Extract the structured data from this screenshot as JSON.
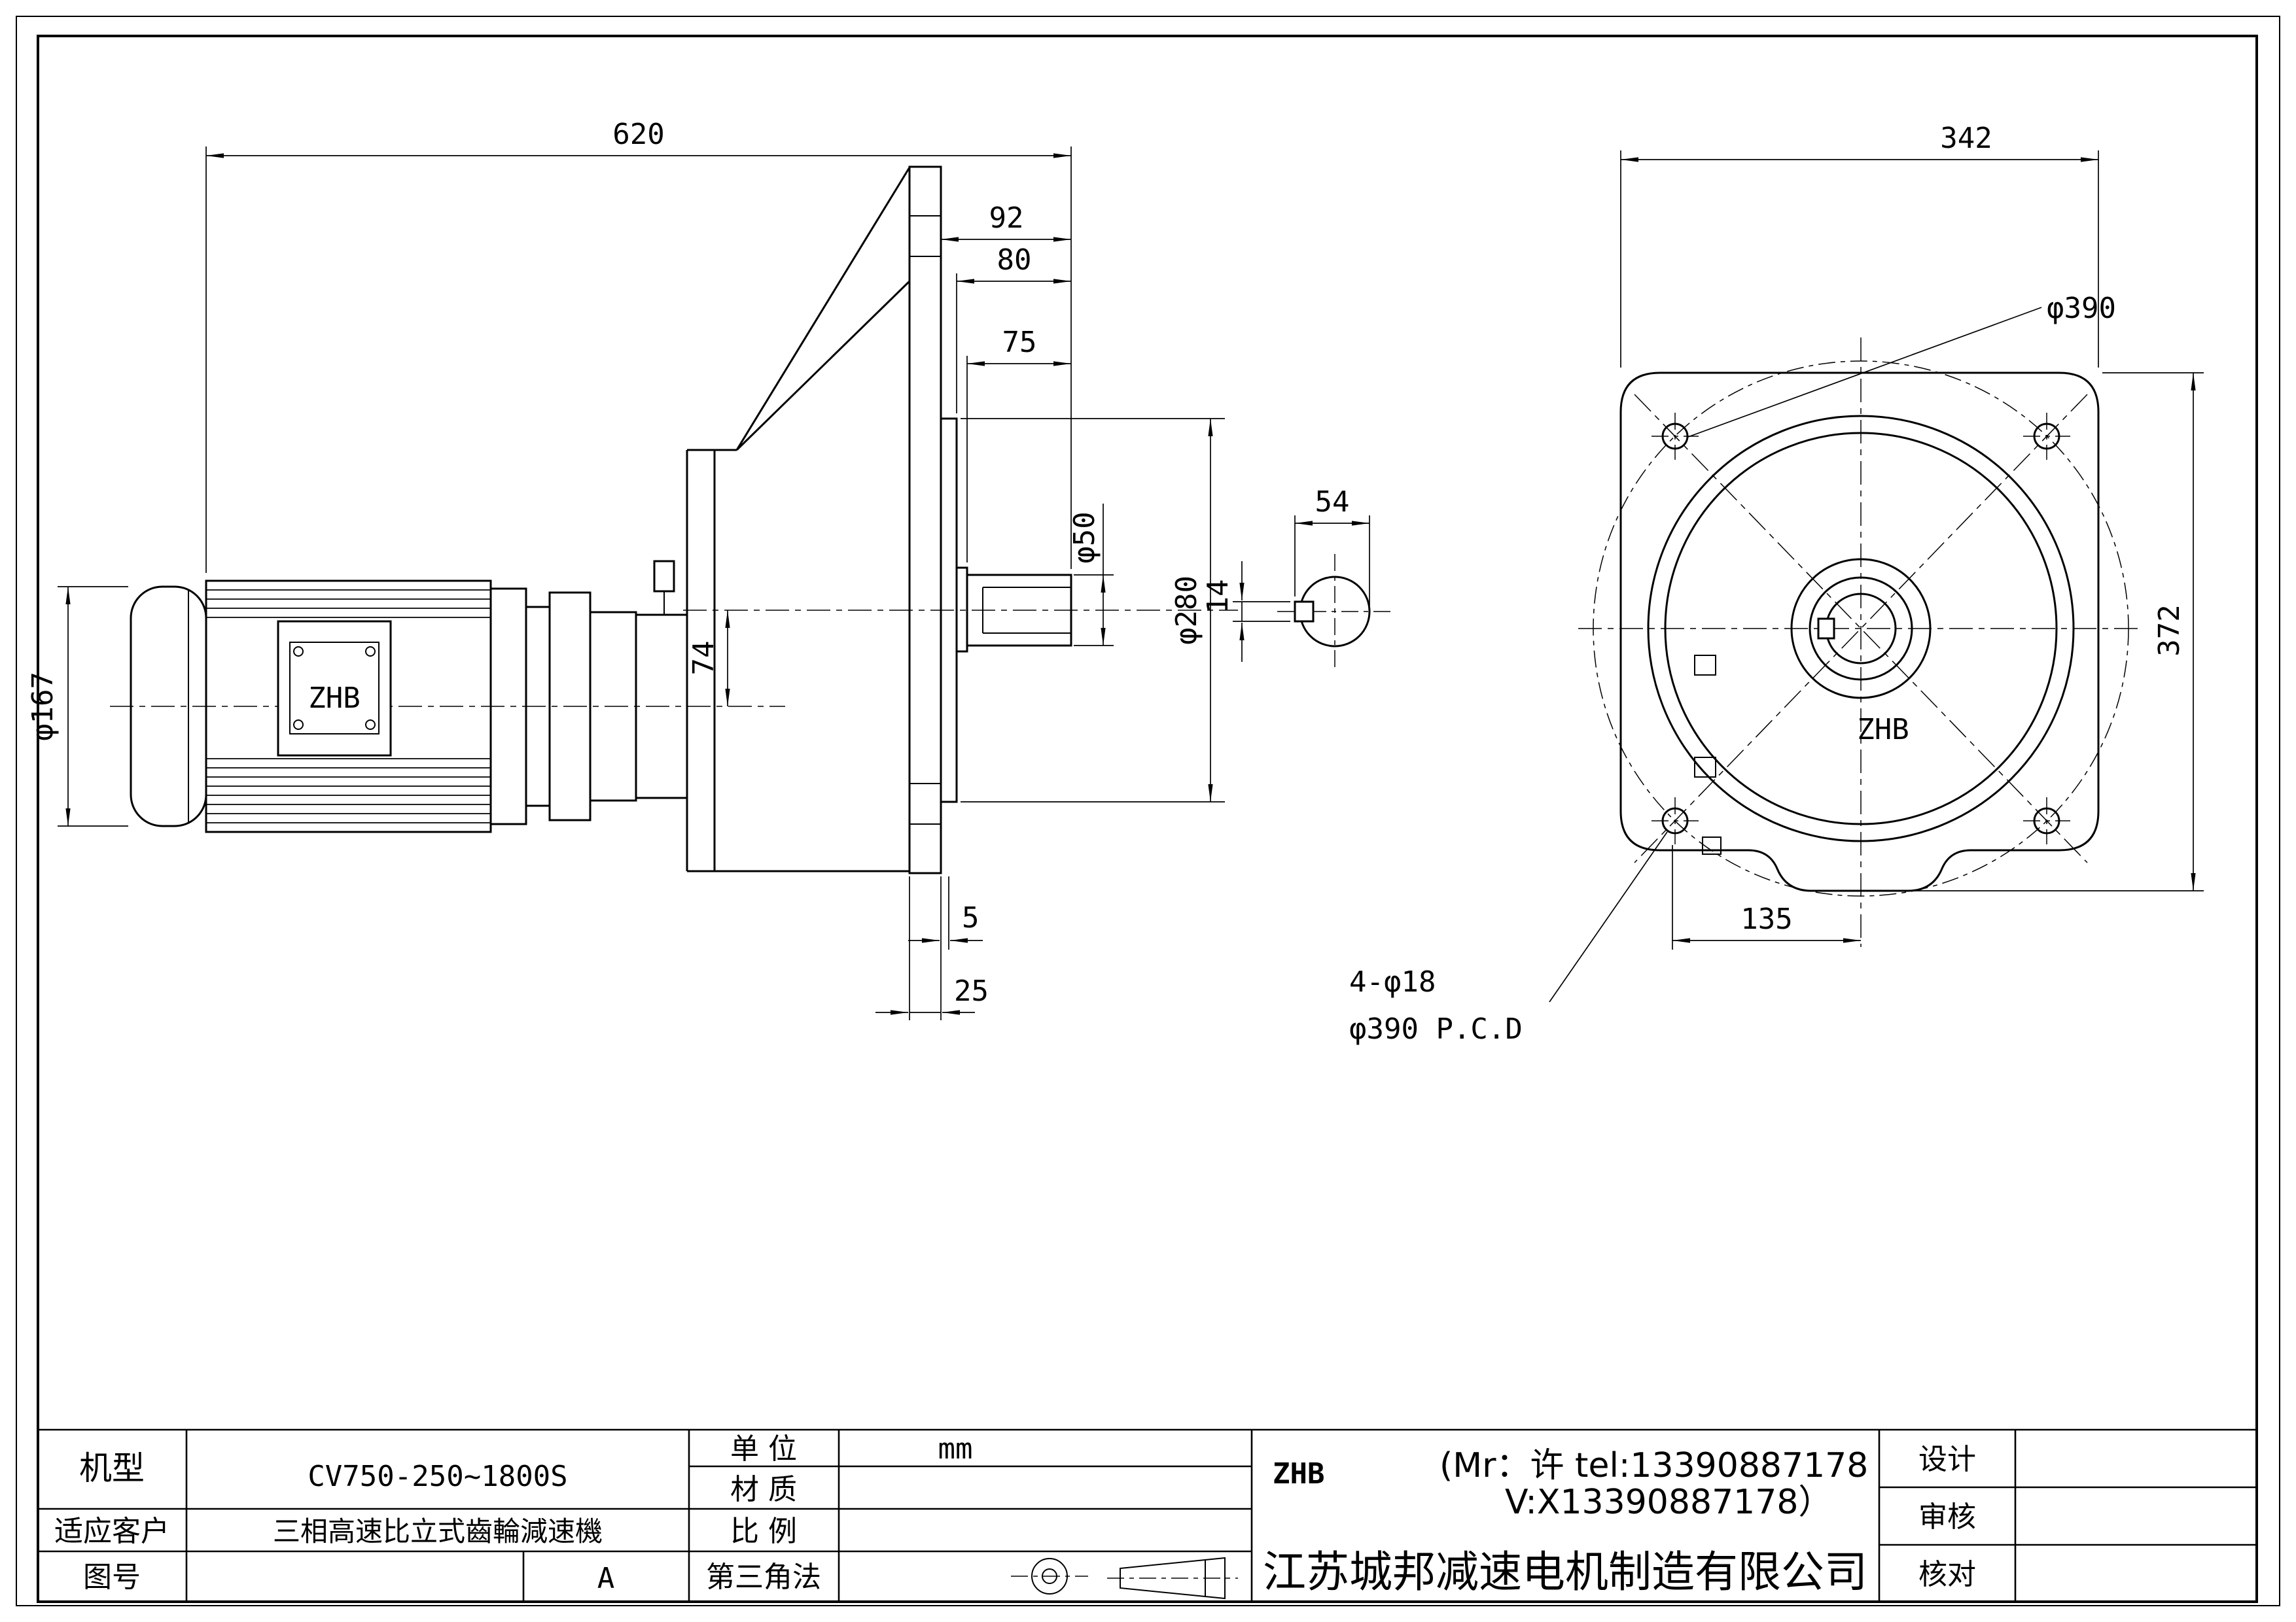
{
  "colors": {
    "line": "#000000",
    "sheet": "#ffffff"
  },
  "side_view": {
    "motor_label": "ZHB",
    "dims": {
      "overall": "620",
      "flange_to_shaft_end": "92",
      "boss_to_shaft_end": "80",
      "shaft_length": "75",
      "shaft_dia": "φ50",
      "pilot_dia": "φ280",
      "axis_offset": "74",
      "motor_dia": "φ167",
      "key_across": "54",
      "key_width": "14",
      "gap": "5",
      "flange_thickness": "25"
    }
  },
  "front_view": {
    "brand_label": "ZHB",
    "dims": {
      "flange_width": "342",
      "flange_height": "372",
      "bolt_circle": "φ390",
      "tab_offset": "135"
    },
    "holes_note": {
      "line1": "4-φ18",
      "line2": "φ390 P.C.D"
    }
  },
  "title_block": {
    "model_label": "机型",
    "model_value": "CV750-250~1800S",
    "customer_label": "适应客户",
    "customer_value": "三相高速比立式齒輪減速機",
    "drawing_no_label": "图号",
    "drawing_no_value": "A",
    "unit_label": "单 位",
    "unit_value": "mm",
    "material_label": "材 质",
    "scale_label": "比 例",
    "projection_label": "第三角法",
    "brand": "ZHB",
    "contact_line1": "(Mr：许 tel:13390887178",
    "contact_line2": "V:X13390887178）",
    "company": "江苏城邦减速电机制造有限公司",
    "design_label": "设计",
    "review_label": "审核",
    "check_label": "核对"
  }
}
